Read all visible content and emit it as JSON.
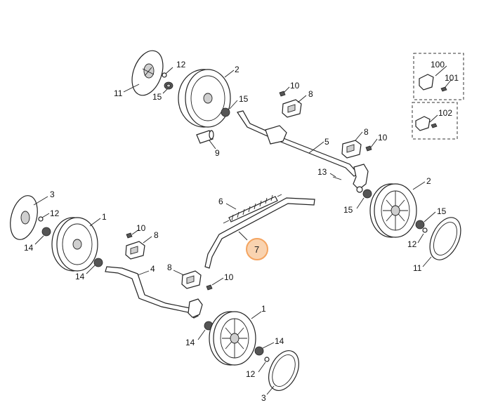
{
  "diagram": {
    "highlight_color": "#f4a460",
    "callouts": [
      {
        "id": "c-11-top",
        "text": "11"
      },
      {
        "id": "c-12-top",
        "text": "12"
      },
      {
        "id": "c-15-top",
        "text": "15"
      },
      {
        "id": "c-2-top",
        "text": "2"
      },
      {
        "id": "c-15-top2",
        "text": "15"
      },
      {
        "id": "c-9",
        "text": "9"
      },
      {
        "id": "c-10-top",
        "text": "10"
      },
      {
        "id": "c-8-top",
        "text": "8"
      },
      {
        "id": "c-5",
        "text": "5"
      },
      {
        "id": "c-8-right",
        "text": "8"
      },
      {
        "id": "c-10-right",
        "text": "10"
      },
      {
        "id": "c-13",
        "text": "13"
      },
      {
        "id": "c-2-right",
        "text": "2"
      },
      {
        "id": "c-15-right",
        "text": "15"
      },
      {
        "id": "c-15-right2",
        "text": "15"
      },
      {
        "id": "c-12-right",
        "text": "12"
      },
      {
        "id": "c-11-right",
        "text": "11"
      },
      {
        "id": "c-100",
        "text": "100"
      },
      {
        "id": "c-101",
        "text": "101"
      },
      {
        "id": "c-102",
        "text": "102"
      },
      {
        "id": "c-3-left",
        "text": "3"
      },
      {
        "id": "c-12-left",
        "text": "12"
      },
      {
        "id": "c-14-left",
        "text": "14"
      },
      {
        "id": "c-1-left",
        "text": "1"
      },
      {
        "id": "c-14-left2",
        "text": "14"
      },
      {
        "id": "c-6",
        "text": "6"
      },
      {
        "id": "c-7",
        "text": "7"
      },
      {
        "id": "c-10-mid",
        "text": "10"
      },
      {
        "id": "c-8-mid",
        "text": "8"
      },
      {
        "id": "c-4",
        "text": "4"
      },
      {
        "id": "c-8-low",
        "text": "8"
      },
      {
        "id": "c-10-low",
        "text": "10"
      },
      {
        "id": "c-1-bottom",
        "text": "1"
      },
      {
        "id": "c-14-bottom",
        "text": "14"
      },
      {
        "id": "c-14-bottom2",
        "text": "14"
      },
      {
        "id": "c-12-bottom",
        "text": "12"
      },
      {
        "id": "c-3-bottom",
        "text": "3"
      }
    ]
  }
}
